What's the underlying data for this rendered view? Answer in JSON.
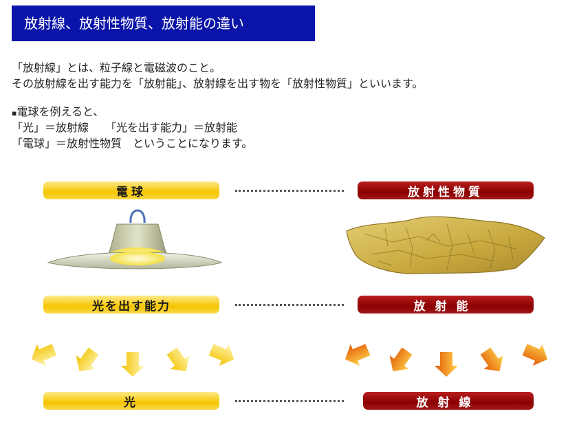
{
  "title": "放射線、放射性物質、放射能の違い",
  "paragraphs": {
    "line1": "「放射線」とは、粒子線と電磁波のこと。",
    "line2": "その放射線を出す能力を「放射能」、放射線を出す物を「放射性物質」といいます。",
    "bullet": "▪",
    "line3": "電球を例えると、",
    "line4": "「光」＝放射線　　「光を出す能力」＝放射能",
    "line5": "「電球」＝放射性物質　ということになります。"
  },
  "diagram": {
    "left_labels": {
      "bulb": "電球",
      "ability": "光を出す能力",
      "light": "光"
    },
    "right_labels": {
      "material": "放射性物質",
      "radioactivity": "放射能",
      "radiation": "放射線"
    },
    "icons": {
      "lamp": "lamp-icon",
      "rock": "rock-icon",
      "left_arrows": "yellow-arrows-icon",
      "right_arrows": "orange-arrows-icon"
    },
    "colors": {
      "yellow": "#f6c500",
      "red": "#8a0000",
      "title_bg": "#0a14a8",
      "orange": "#e8620a"
    }
  }
}
